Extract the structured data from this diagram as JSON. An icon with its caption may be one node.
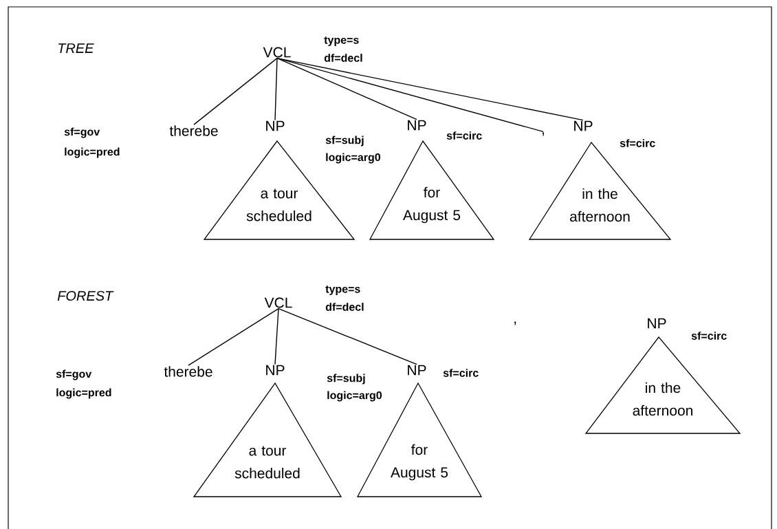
{
  "diagram": {
    "nodes": [
      {
        "text": [
          "VCL"
        ],
        "beside": [
          "type=s",
          "df=decl"
        ]
      },
      {
        "text": [
          "therebe"
        ],
        "beside": [
          "sf=gov",
          "logic=pred"
        ]
      },
      {
        "text": [
          "NP",
          "a tour scheduled"
        ],
        "beside": [
          "sf=subj",
          "logic=arg0"
        ]
      },
      {
        "text": [
          "NP",
          "for August 5"
        ],
        "beside": [
          "sf=circ"
        ]
      },
      {
        "text": [
          ","
        ]
      },
      {
        "text": [
          "NP",
          "in the afternoon"
        ],
        "beside": [
          "sf=circ"
        ]
      },
      {
        "text": [
          "VCL"
        ],
        "beside": [
          "type=s",
          "df=decl"
        ]
      },
      {
        "text": [
          "therebe"
        ],
        "beside": [
          "sf=gov",
          "logic=pred"
        ]
      },
      {
        "text": [
          "NP",
          "a tour scheduled"
        ],
        "beside": [
          "sf=subj",
          "logic=arg0"
        ]
      },
      {
        "text": [
          "NP",
          "for August 5"
        ],
        "beside": [
          "sf=circ"
        ]
      },
      {
        "text": [
          "NP",
          "in the afternoon"
        ],
        "beside": [
          "sf=circ"
        ]
      }
    ],
    "edges": [
      {
        "from": 0,
        "to": 1,
        "arrow": "none"
      },
      {
        "from": 0,
        "to": 2,
        "arrow": "none"
      },
      {
        "from": 0,
        "to": 3,
        "arrow": "none"
      },
      {
        "from": 0,
        "to": 4,
        "arrow": "none"
      },
      {
        "from": 0,
        "to": 5,
        "arrow": "none"
      },
      {
        "from": 6,
        "to": 7,
        "arrow": "none"
      },
      {
        "from": 6,
        "to": 8,
        "arrow": "none"
      },
      {
        "from": 6,
        "to": 9,
        "arrow": "none"
      }
    ],
    "labels": [
      "TREE",
      "FOREST",
      ","
    ]
  }
}
